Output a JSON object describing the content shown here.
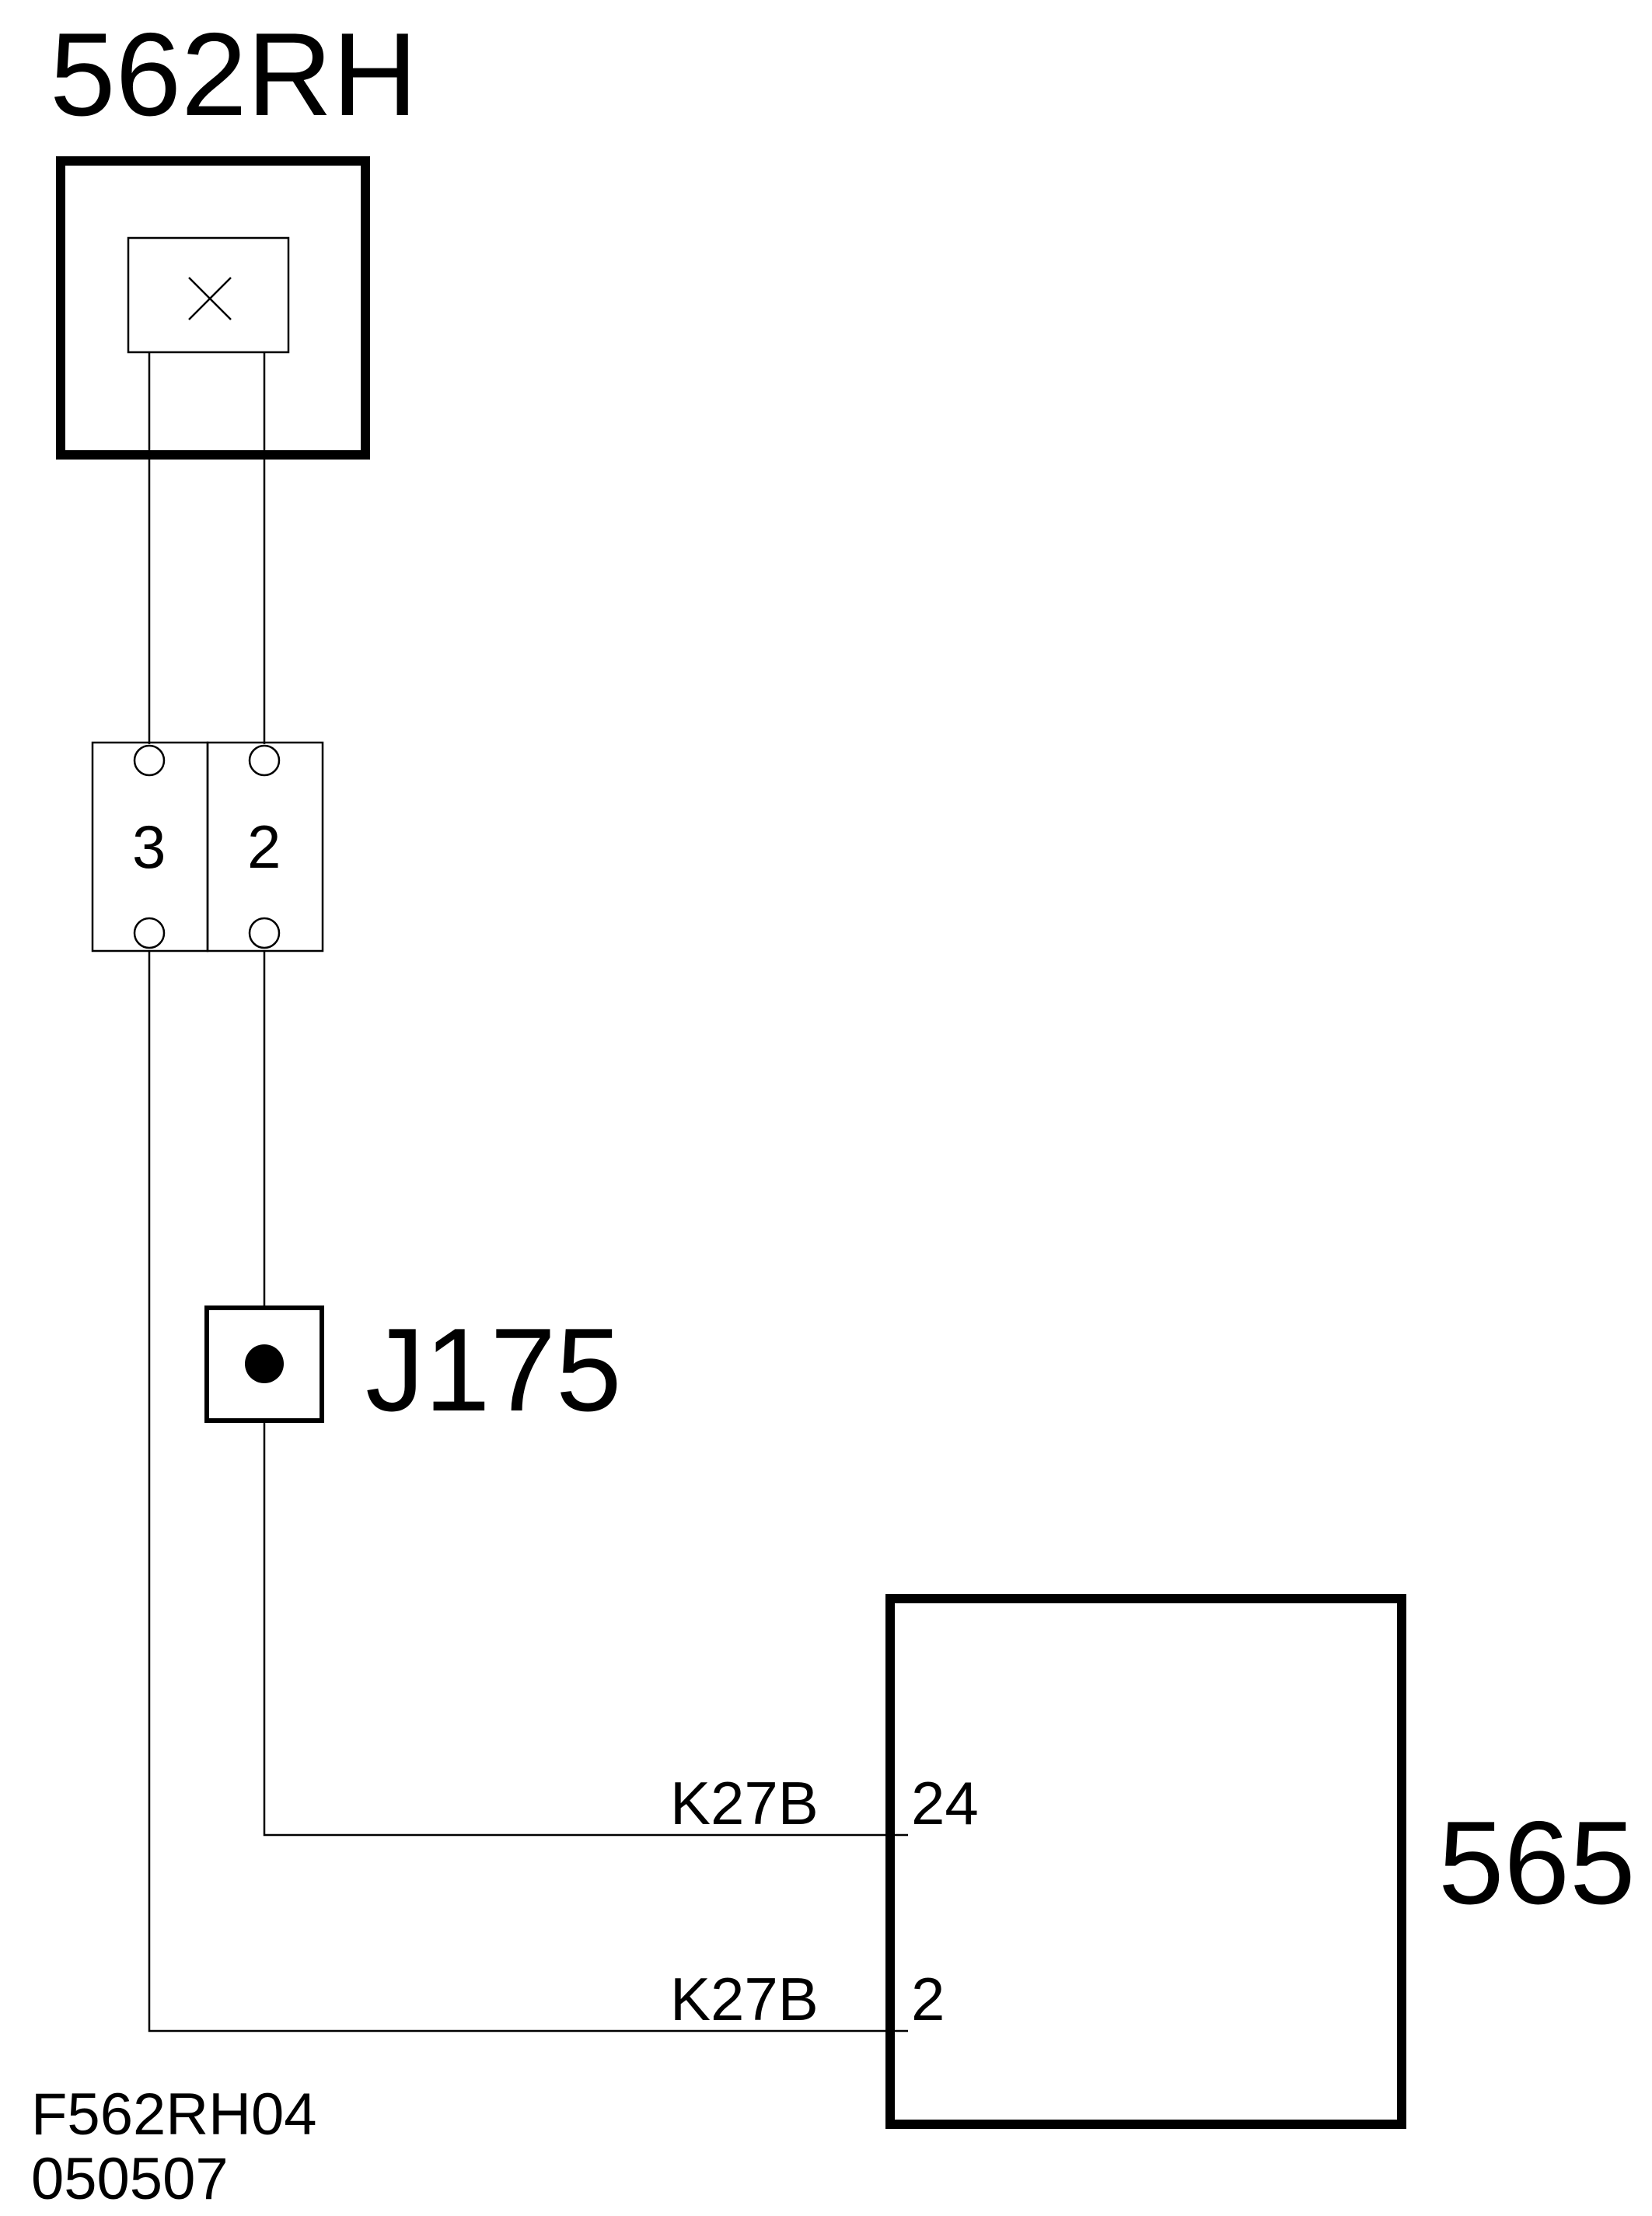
{
  "components": {
    "sensor_562rh": {
      "label": "562RH"
    },
    "junction_j175": {
      "label": "J175"
    },
    "module_565": {
      "label": "565"
    }
  },
  "connector": {
    "pins": [
      "3",
      "2"
    ]
  },
  "wires": [
    {
      "label": "K27B",
      "pin": "24"
    },
    {
      "label": "K27B",
      "pin": "2"
    }
  ],
  "footer": {
    "diagram_id": "F562RH04",
    "date_code": "050507"
  },
  "colors": {
    "ink": "#000000",
    "background": "#ffffff"
  },
  "icons": {
    "sensor_symbol": "x-cross-icon",
    "junction_symbol": "filled-dot-icon",
    "connector_terminal": "open-circle-icon"
  }
}
